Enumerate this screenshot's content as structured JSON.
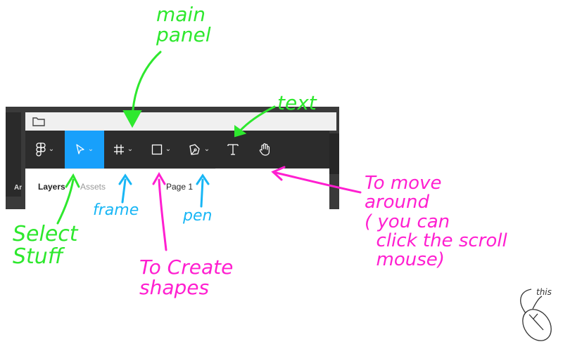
{
  "toolbar": {
    "tools": [
      {
        "name": "figma-menu-icon",
        "has_caret": true
      },
      {
        "name": "move-tool-icon",
        "has_caret": true,
        "active": true
      },
      {
        "name": "frame-tool-icon",
        "has_caret": true
      },
      {
        "name": "shape-tool-icon",
        "has_caret": true
      },
      {
        "name": "pen-tool-icon",
        "has_caret": true
      },
      {
        "name": "text-tool-icon",
        "has_caret": false
      },
      {
        "name": "hand-tool-icon",
        "has_caret": false
      }
    ],
    "caret": "⌄"
  },
  "panel": {
    "tab_layers": "Layers",
    "tab_assets": "Assets",
    "page_label": "Page 1",
    "left_cropped_label": "Ar"
  },
  "annotations": {
    "main_panel": "main\npanel",
    "text": "text",
    "select_stuff": "Select\nStuff",
    "frame": "frame",
    "pen": "pen",
    "to_create_shapes": "To Create\nshapes",
    "to_move_around": "To move\naround\n( you can\n  click the scroll\n  mouse)",
    "this": "this"
  },
  "colors": {
    "green": "#2ee82e",
    "cyan": "#18b6f5",
    "pink": "#ff1fd0",
    "accent_blue": "#18a0fb",
    "toolbar_bg": "#2c2c2c"
  }
}
